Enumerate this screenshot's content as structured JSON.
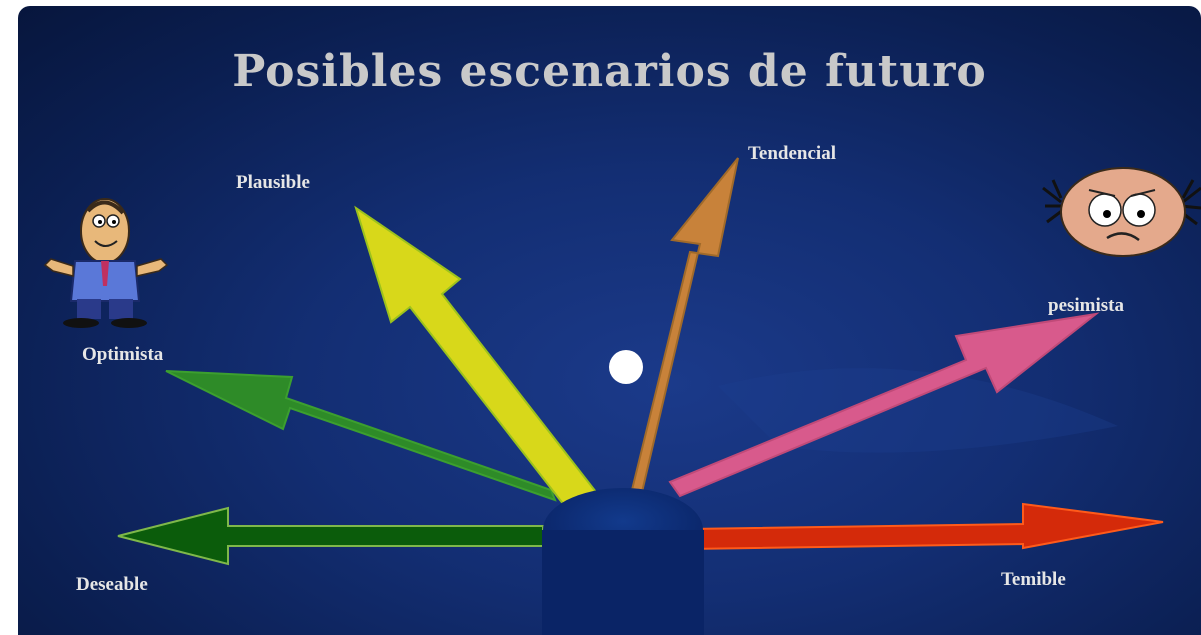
{
  "title": "Posibles escenarios de futuro",
  "scenarios": [
    {
      "label": "Deseable",
      "color": "#0b5c0b"
    },
    {
      "label": "Optimista",
      "color": "#2e8b28"
    },
    {
      "label": "Plausible",
      "color": "#d8d81a"
    },
    {
      "label": "Tendencial",
      "color": "#c8823a"
    },
    {
      "label": "pesimista",
      "color": "#d85a8c"
    },
    {
      "label": "Temible",
      "color": "#d42a0a"
    }
  ],
  "icons": {
    "happy_character": "businessman-happy-icon",
    "worried_character": "worried-face-icon"
  }
}
